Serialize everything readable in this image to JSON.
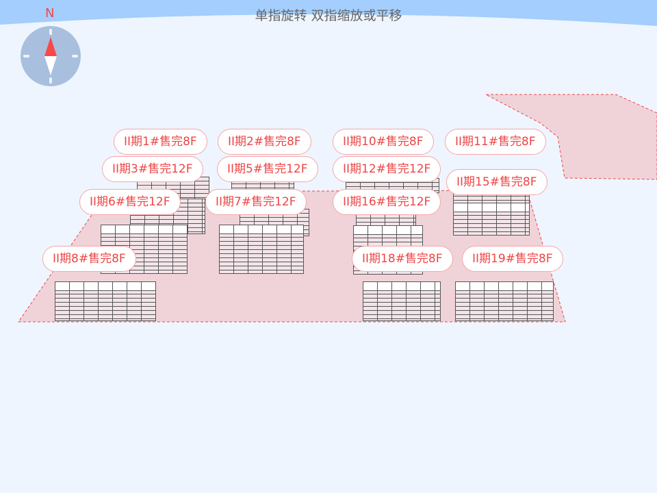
{
  "hint": "单指旋转 双指缩放或平移",
  "compass": {
    "north_label": "N",
    "icon": "compass-icon"
  },
  "colors": {
    "sky": "#a3cefd",
    "background": "#eef5ff",
    "ground": "#f0d3d8",
    "label_text": "#ef4444"
  },
  "labels": [
    "II期1#售完8F",
    "II期2#售完8F",
    "II期10#售完8F",
    "II期11#售完8F",
    "II期3#售完12F",
    "II期5#售完12F",
    "II期12#售完12F",
    "II期15#售完8F",
    "II期6#售完12F",
    "II期7#售完12F",
    "II期16#售完12F",
    "II期8#售完8F",
    "II期18#售完8F",
    "II期19#售完8F"
  ]
}
